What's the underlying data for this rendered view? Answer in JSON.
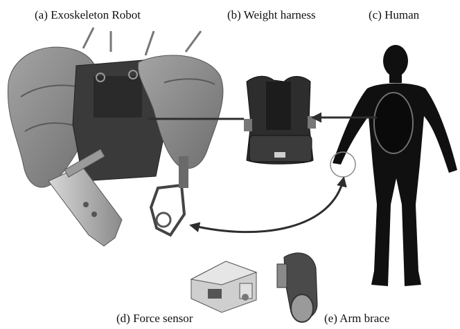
{
  "labels": {
    "exoskeleton": "(a) Exoskeleton Robot",
    "harness": "(b) Weight harness",
    "human": "(c) Human",
    "force_sensor": "(d) Force sensor",
    "arm_brace": "(e) Arm brace"
  },
  "colors": {
    "arrow": "#2e2e2e",
    "fabric": "#8d8d8d",
    "human": "#101010",
    "metal": "#b9b9b9"
  }
}
